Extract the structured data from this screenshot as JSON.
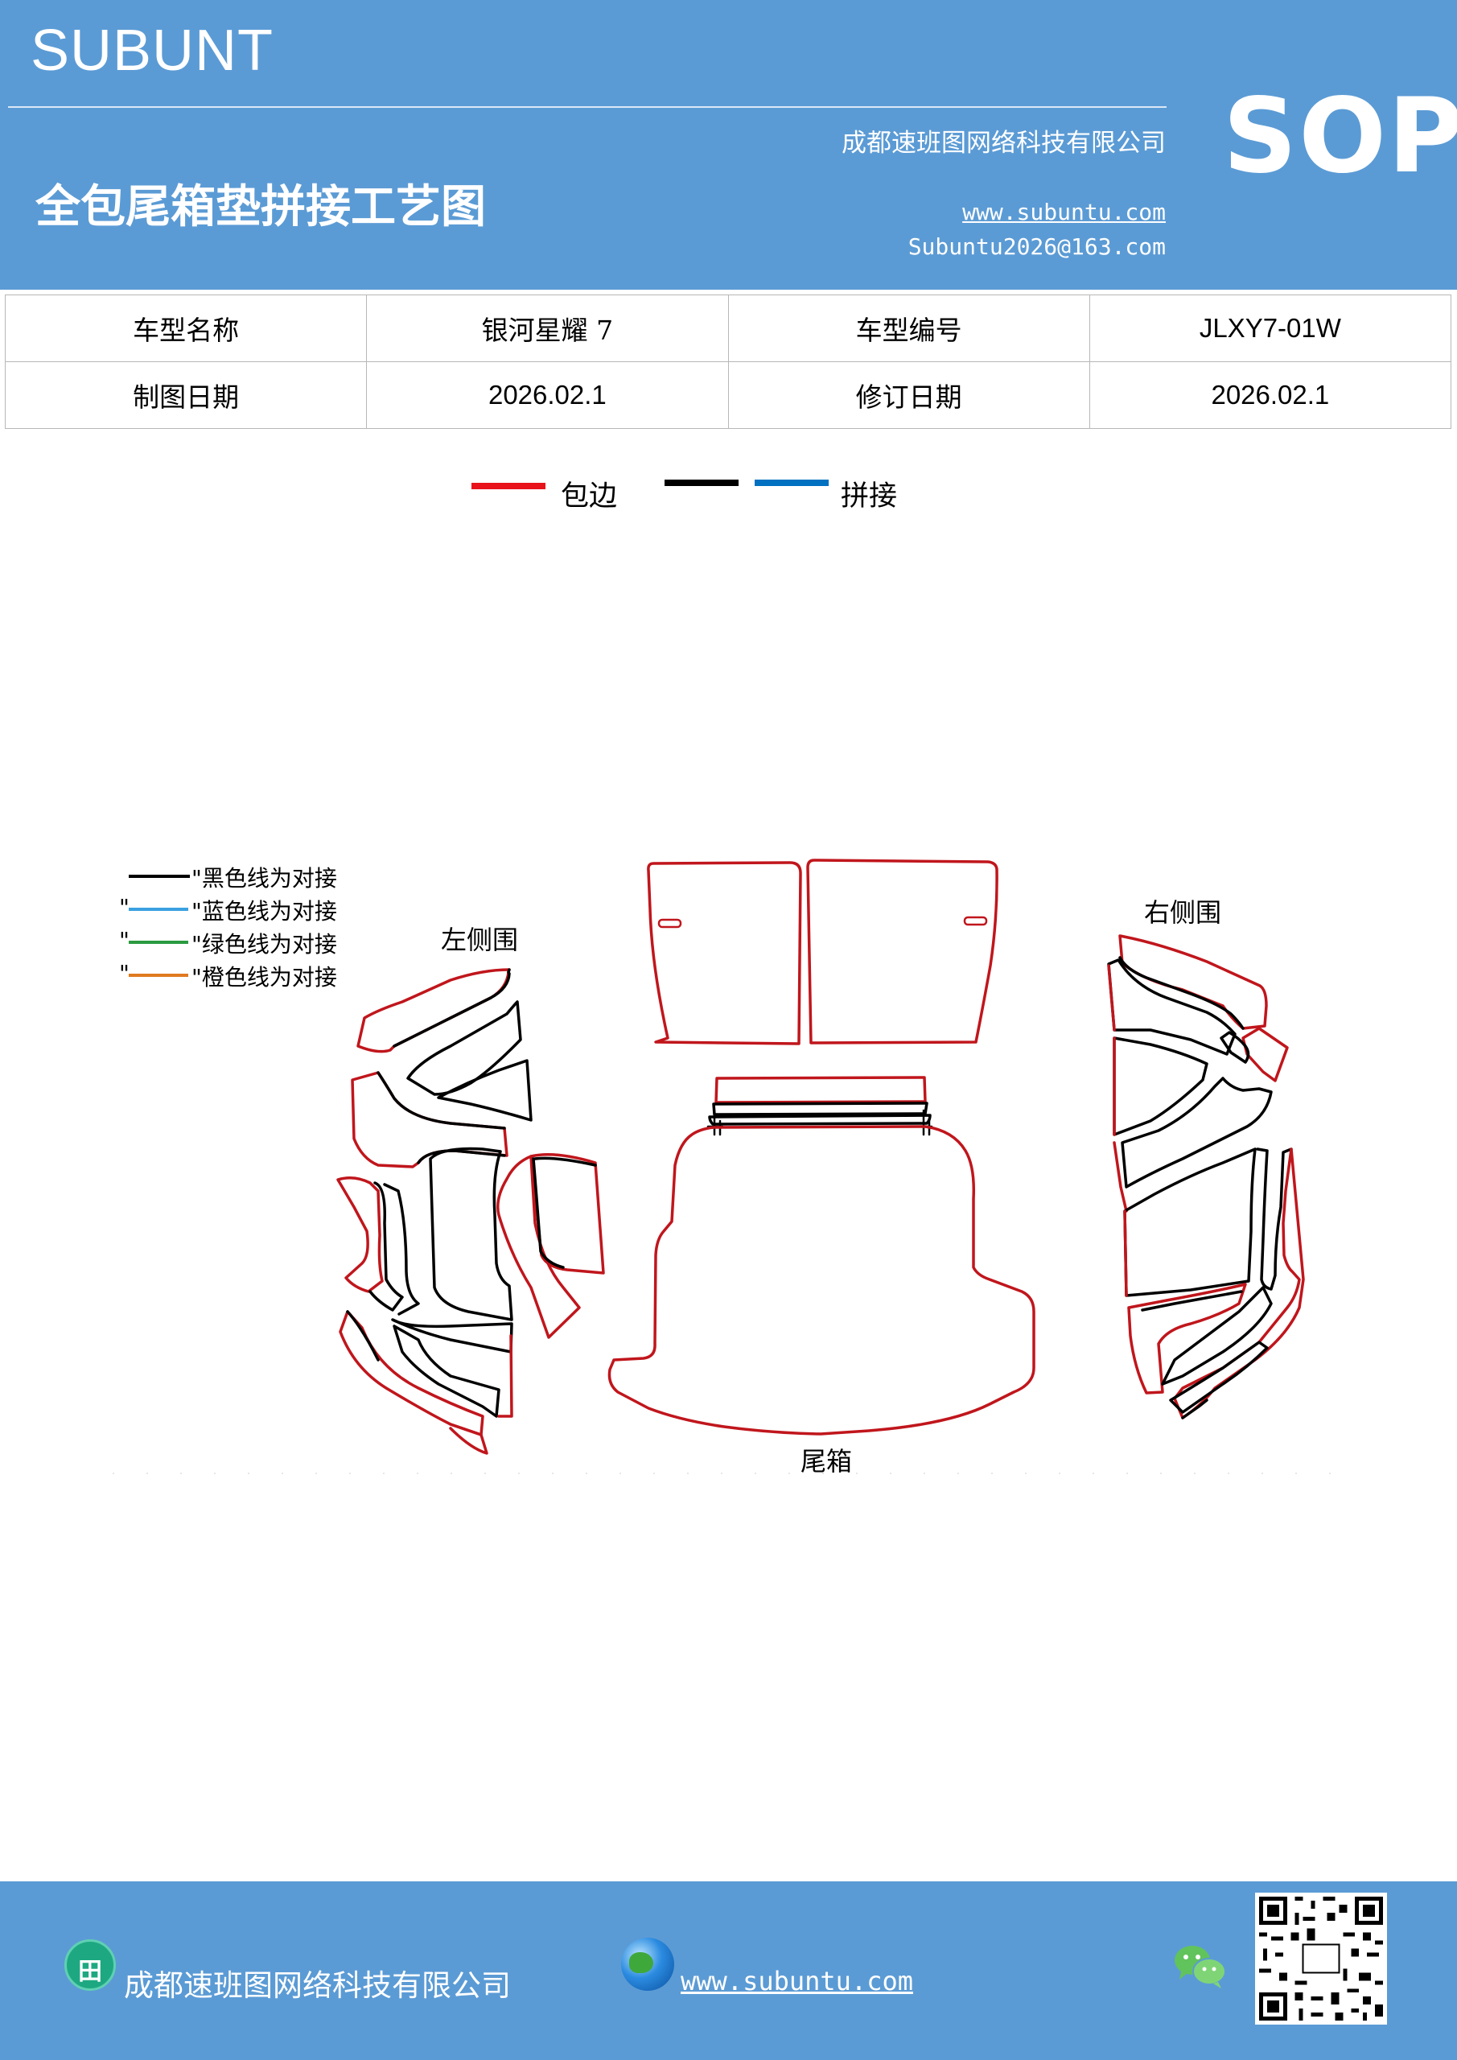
{
  "header": {
    "brand": "SUBUNT",
    "badge": "SOP",
    "title": "全包尾箱垫拼接工艺图",
    "company": "成都速班图网络科技有限公司",
    "website": "www.subuntu.com",
    "email": "Subuntu2026@163.com"
  },
  "info_table": {
    "rows": [
      {
        "label1": "车型名称",
        "value1": "银河星耀 7",
        "label2": "车型编号",
        "value2": "JLXY7-01W"
      },
      {
        "label1": "制图日期",
        "value1": "2026.02.1",
        "label2": "修订日期",
        "value2": "2026.02.1"
      }
    ]
  },
  "legend_top": {
    "items": [
      {
        "label": "包边",
        "colors": [
          "#e8121b"
        ]
      },
      {
        "label": "拼接",
        "colors": [
          "#000000",
          "#0070c0"
        ]
      }
    ]
  },
  "side_legend": {
    "items": [
      {
        "label": "\"黑色线为对接",
        "color": "#000000",
        "leading_quote": ""
      },
      {
        "label": "\"蓝色线为对接",
        "color": "#3aa0e0",
        "leading_quote": "\""
      },
      {
        "label": "\"绿色线为对接",
        "color": "#2a9a40",
        "leading_quote": "\""
      },
      {
        "label": "\"橙色线为对接",
        "color": "#e07a20",
        "leading_quote": "\""
      }
    ]
  },
  "diagram": {
    "left_label": "左侧围",
    "right_label": "右侧围",
    "trunk_label": "尾箱",
    "edge_color": "#c0161c",
    "seam_color": "#000000"
  },
  "footer": {
    "company": "成都速班图网络科技有限公司",
    "website": "www.subuntu.com",
    "icons": [
      "company-icon",
      "globe-icon",
      "wechat-icon",
      "qr-code"
    ]
  }
}
